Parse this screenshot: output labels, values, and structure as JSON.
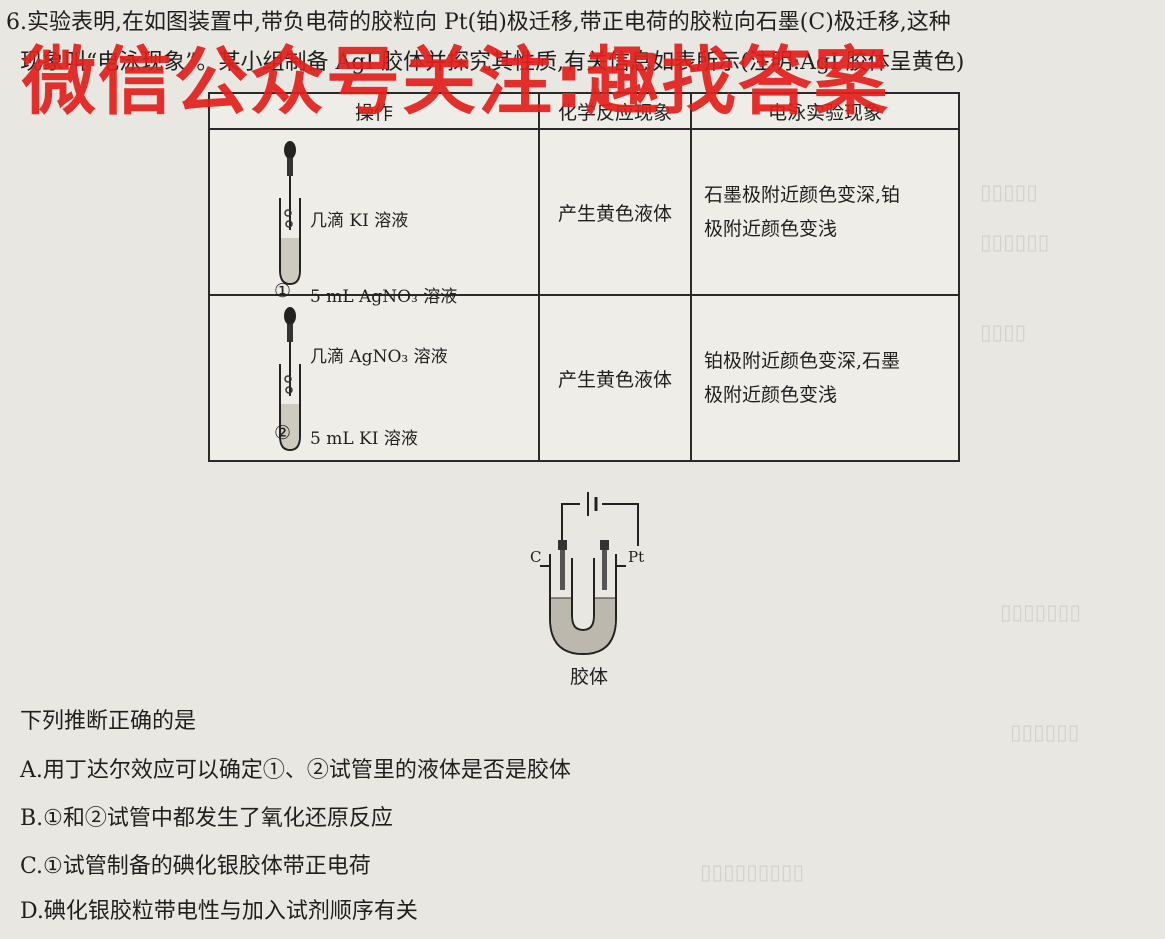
{
  "question": {
    "head_line1": "6.实验表明,在如图装置中,带负电荷的胶粒向 Pt(铂)极迁移,带正电荷的胶粒向石墨(C)极迁移,这种",
    "head_line2": "现象叫“电泳现象”。某小组制备 AgI 胶体并探究其性质,有关信息如表所示(注明:AgI 胶体呈黄色)",
    "watermark": "微信公众号关注:趣找答案"
  },
  "table": {
    "headers": [
      "操作",
      "化学反应现象",
      "电泳实验现象"
    ],
    "rows": [
      {
        "top_label": "几滴 KI 溶液",
        "num": "①",
        "bottom_label": "5 mL AgNO₃ 溶液",
        "reaction": "产生黄色液体",
        "ep_line1": "石墨极附近颜色变深,铂",
        "ep_line2": "极附近颜色变浅"
      },
      {
        "top_label": "几滴 AgNO₃ 溶液",
        "num": "②",
        "bottom_label": "5 mL KI 溶液",
        "reaction": "产生黄色液体",
        "ep_line1": "铂极附近颜色变深,石墨",
        "ep_line2": "极附近颜色变浅"
      }
    ]
  },
  "apparatus": {
    "left_electrode": "C",
    "right_electrode": "Pt",
    "caption": "胶体"
  },
  "prompt": "下列推断正确的是",
  "options": [
    "A.用丁达尔效应可以确定①、②试管里的液体是否是胶体",
    "B.①和②试管中都发生了氧化还原反应",
    "C.①试管制备的碘化银胶体带正电荷",
    "D.碘化银胶粒带电性与加入试剂顺序有关"
  ]
}
